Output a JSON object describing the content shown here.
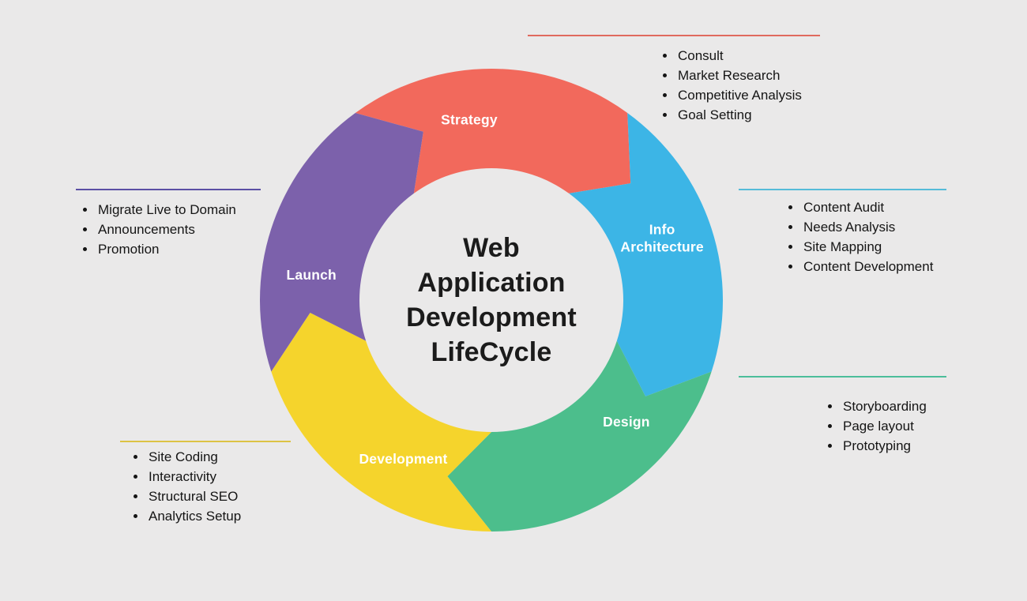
{
  "title": "Web Application Development LifeCycle",
  "background": "#EAE9E9",
  "center": {
    "title_lines": [
      "Web",
      "Application",
      "Development",
      "LifeCycle"
    ]
  },
  "chart_data": {
    "type": "cycle-diagram",
    "segments": [
      {
        "id": "strategy",
        "label_lines": [
          "Strategy"
        ],
        "color": "#F2695C",
        "items": [
          "Consult",
          "Market Research",
          "Competitive Analysis",
          "Goal Setting"
        ]
      },
      {
        "id": "info-architecture",
        "label_lines": [
          "Info",
          "Architecture"
        ],
        "color": "#3CB5E6",
        "items": [
          "Content Audit",
          "Needs Analysis",
          "Site Mapping",
          "Content Development"
        ]
      },
      {
        "id": "design",
        "label_lines": [
          "Design"
        ],
        "color": "#4CBE8C",
        "items": [
          "Storyboarding",
          "Page layout",
          "Prototyping"
        ]
      },
      {
        "id": "development",
        "label_lines": [
          "Development"
        ],
        "color": "#F5D42C",
        "items": [
          "Site Coding",
          "Interactivity",
          "Structural SEO",
          "Analytics Setup"
        ]
      },
      {
        "id": "launch",
        "label_lines": [
          "Launch"
        ],
        "color": "#7C61AB",
        "items": [
          "Migrate Live to Domain",
          "Announcements",
          "Promotion"
        ]
      }
    ],
    "annotation_line_colors": {
      "strategy": "#E06A5E",
      "info-architecture": "#55BBD9",
      "design": "#4CBE9A",
      "development": "#DCC344",
      "launch": "#5C50A5"
    }
  }
}
